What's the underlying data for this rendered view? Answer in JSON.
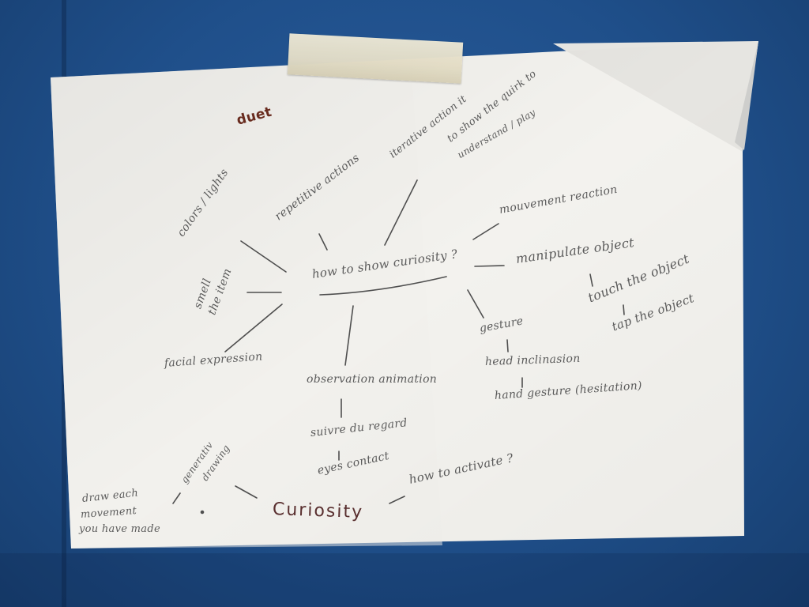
{
  "mindmap": {
    "center": "how to show curiosity ?",
    "title_word": "duet",
    "branches": {
      "repetitive": "repetitive actions",
      "iterative_1": "iterative action it",
      "iterative_2": "to show the quirk to",
      "iterative_3": "understand / play",
      "colors": "colors / lights",
      "smell_1": "smell",
      "smell_2": "the item",
      "facial": "facial expression",
      "movement_reaction": "mouvement reaction",
      "manipulate": "manipulate object",
      "touch": "touch the object",
      "tap": "tap the object",
      "gesture": "gesture",
      "head": "head inclinasion",
      "hand": "hand gesture (hesitation)",
      "observation": "observation animation",
      "suivre": "suivre du regard",
      "eyes": "eyes contact",
      "generative_1": "generativ",
      "generative_2": "drawing",
      "draw_1": "draw each",
      "draw_2": "movement",
      "draw_3": "you have made",
      "curiosity": "Curiosity",
      "activate": "how to activate ?"
    }
  },
  "colors": {
    "board": "#1f4f8a",
    "paper": "#f4f3ef",
    "pencil": "#5b5b5b",
    "marker": "#5a2f2f",
    "tape": "#e7e0c8"
  }
}
